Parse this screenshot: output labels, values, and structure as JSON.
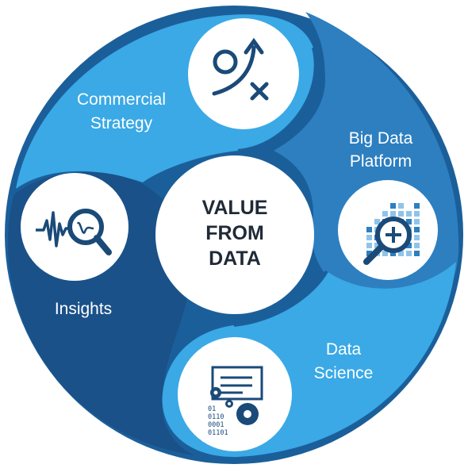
{
  "center": {
    "lines": [
      "VALUE",
      "FROM",
      "DATA"
    ]
  },
  "segments": {
    "commercial": {
      "lines": [
        "Commercial",
        "Strategy"
      ]
    },
    "bigdata": {
      "lines": [
        "Big Data",
        "Platform"
      ]
    },
    "science": {
      "lines": [
        "Data",
        "Science"
      ]
    },
    "insights": {
      "lines": [
        "Insights"
      ]
    }
  },
  "binary_lines": [
    "01",
    "0110",
    "0001",
    "01101"
  ],
  "icons": {
    "commercial": "strategy-ox-arrow-icon",
    "bigdata": "data-grid-magnifier-icon",
    "science": "document-gears-binary-icon",
    "insights": "waveform-magnifier-icon"
  },
  "colors": {
    "segment_light": "#3aa9e6",
    "segment_mid": "#2d7fc0",
    "segment_dark": "#1b5f9a",
    "segment_deep": "#1a5189",
    "ink": "#1a4a78",
    "center_text": "#1f2a36"
  }
}
